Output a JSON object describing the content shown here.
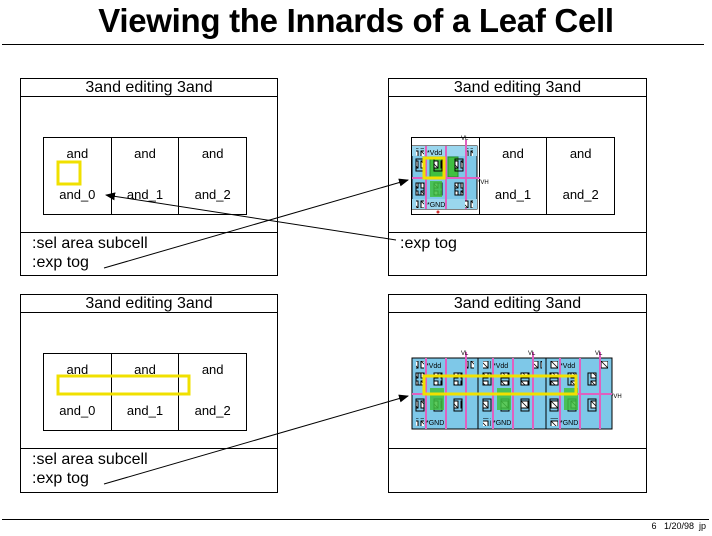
{
  "title": "Viewing the Innards of a Leaf Cell",
  "panels": {
    "top_left": {
      "title": "3and editing  3and",
      "commands": ":sel area subcell\n:exp tog",
      "cells": [
        {
          "top": "and",
          "bottom": "and_0"
        },
        {
          "top": "and",
          "bottom": "and_1"
        },
        {
          "top": "and",
          "bottom": "and_2"
        }
      ]
    },
    "top_right": {
      "title": "3and editing  3and",
      "commands": ":exp tog",
      "cells": [
        {
          "top": "and",
          "bottom": "and_1"
        },
        {
          "top": "and",
          "bottom": "and_2"
        }
      ],
      "layout_labels": {
        "vdd": "Vdd",
        "gnd": "GND",
        "vl": "VL",
        "vh": "VH"
      }
    },
    "bottom_left": {
      "title": "3and editing  3and",
      "commands": ":sel area subcell\n:exp tog",
      "cells": [
        {
          "top": "and",
          "bottom": "and_0"
        },
        {
          "top": "and",
          "bottom": "and_1"
        },
        {
          "top": "and",
          "bottom": "and_2"
        }
      ]
    },
    "bottom_right": {
      "title": "3and editing  3and",
      "layout_labels": {
        "vdd": "Vdd",
        "gnd": "GND",
        "vl": "VL",
        "vh": "VH"
      }
    }
  },
  "footer": "6   1/20/98  jp",
  "colors": {
    "selection": "#f0e000",
    "layout_bg": "#7ec8e8",
    "metal": "#e060c0",
    "diffusion": "#40c040",
    "arrow": "#000000"
  }
}
